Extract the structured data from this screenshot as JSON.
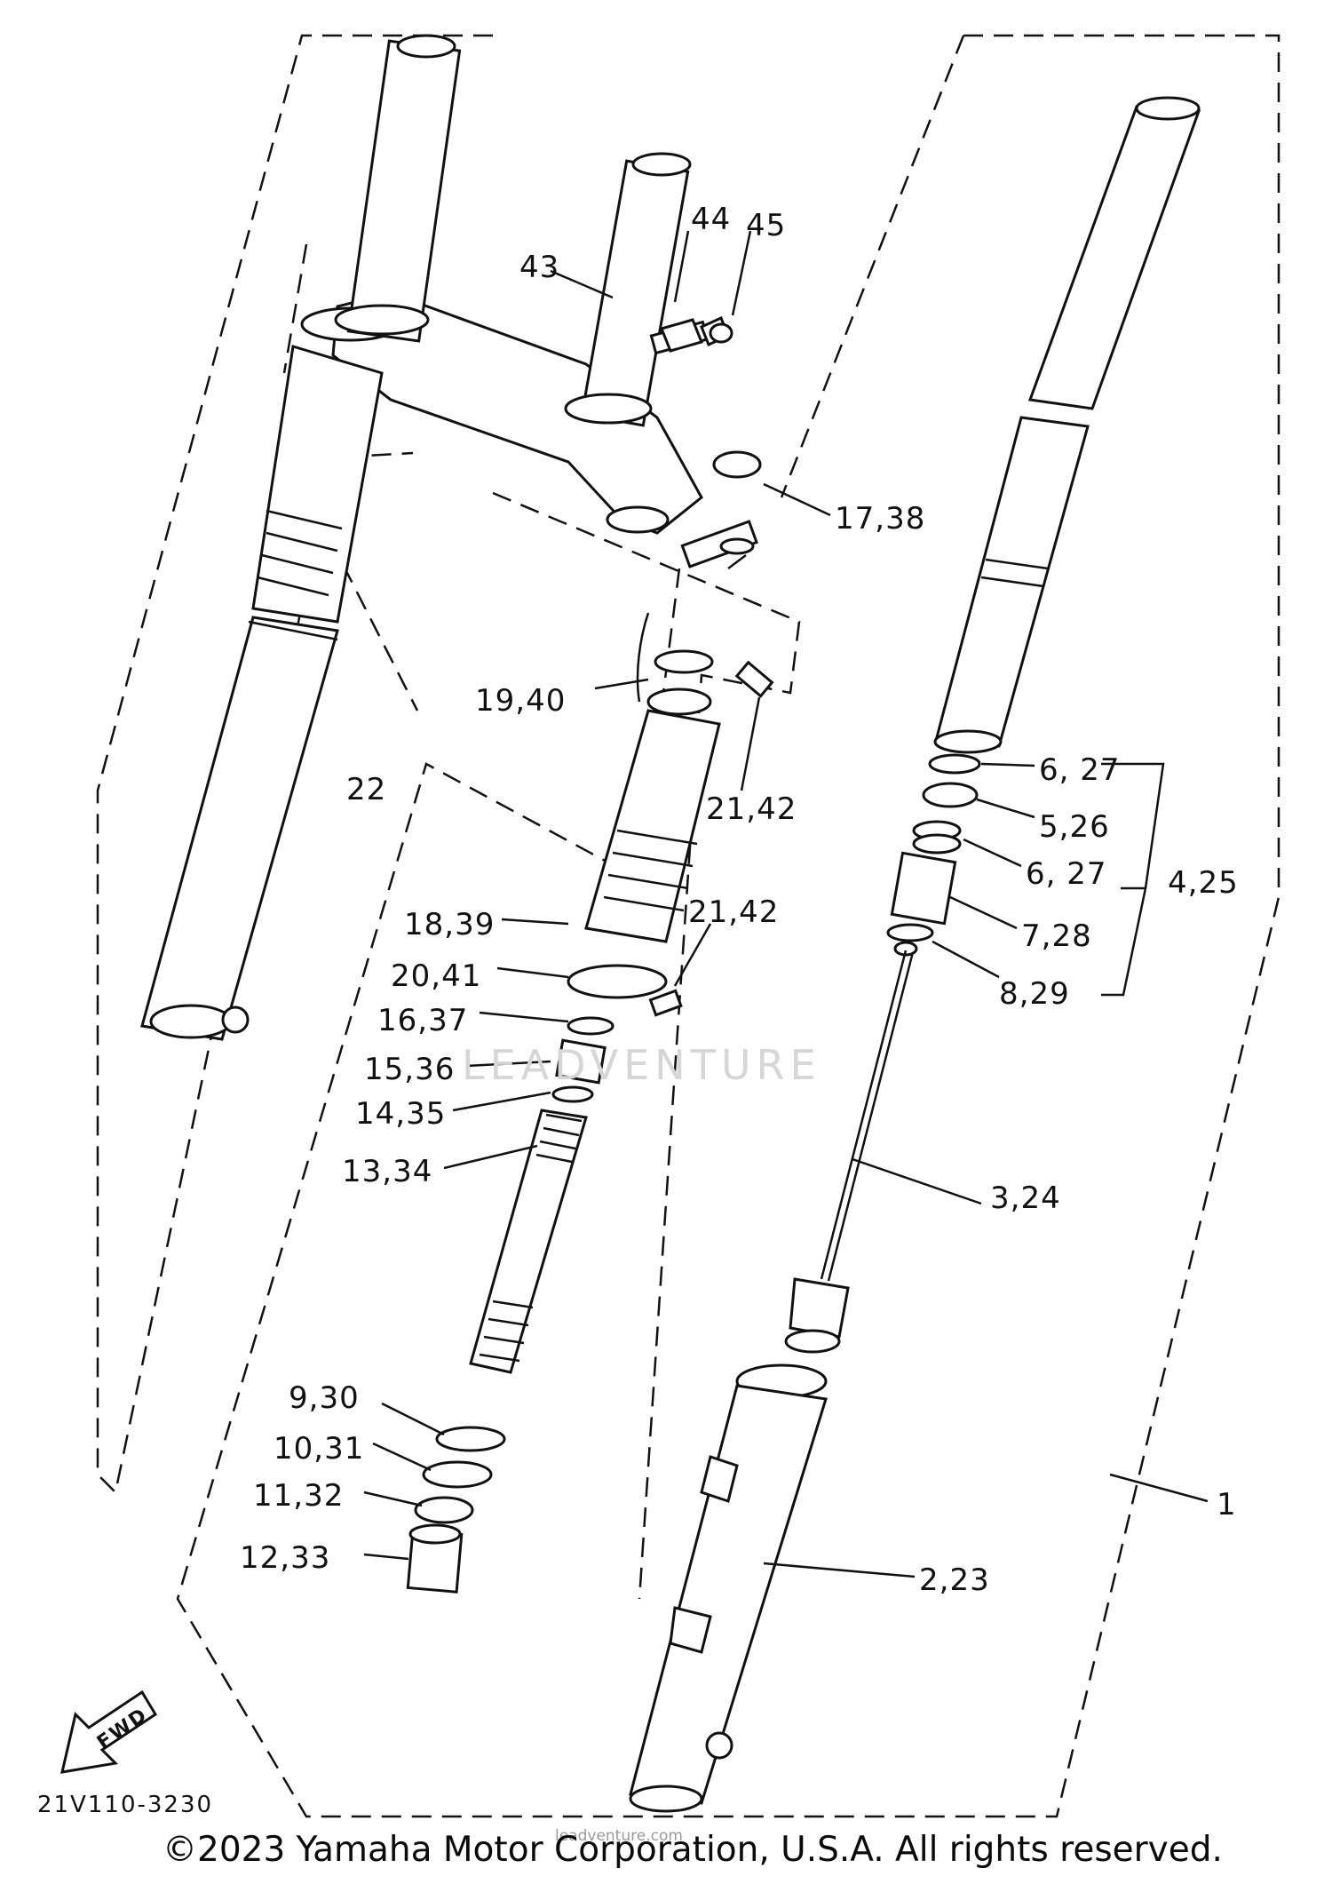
{
  "diagram": {
    "code": "21V110-3230",
    "fwd_label": "FWD",
    "watermark": "LEADVENTURE",
    "watermark_url": "leadventure.com",
    "copyright": "©2023 Yamaha Motor Corporation, U.S.A. All rights reserved.",
    "callouts": [
      {
        "id": "c43",
        "text": "43"
      },
      {
        "id": "c44",
        "text": "44"
      },
      {
        "id": "c45",
        "text": "45"
      },
      {
        "id": "c1738",
        "text": "17,38"
      },
      {
        "id": "c1940",
        "text": "19,40"
      },
      {
        "id": "c2142a",
        "text": "21,42"
      },
      {
        "id": "c22",
        "text": "22"
      },
      {
        "id": "c627a",
        "text": "6, 27"
      },
      {
        "id": "c526",
        "text": "5,26"
      },
      {
        "id": "c627b",
        "text": "6, 27"
      },
      {
        "id": "c425",
        "text": "4,25"
      },
      {
        "id": "c728",
        "text": "7,28"
      },
      {
        "id": "c829",
        "text": "8,29"
      },
      {
        "id": "c1839",
        "text": "18,39"
      },
      {
        "id": "c2142b",
        "text": "21,42"
      },
      {
        "id": "c2041",
        "text": "20,41"
      },
      {
        "id": "c1637",
        "text": "16,37"
      },
      {
        "id": "c1536",
        "text": "15,36"
      },
      {
        "id": "c1435",
        "text": "14,35"
      },
      {
        "id": "c1334",
        "text": "13,34"
      },
      {
        "id": "c324",
        "text": "3,24"
      },
      {
        "id": "c930",
        "text": "9,30"
      },
      {
        "id": "c1031",
        "text": "10,31"
      },
      {
        "id": "c1132",
        "text": "11,32"
      },
      {
        "id": "c1233",
        "text": "12,33"
      },
      {
        "id": "c1",
        "text": "1"
      },
      {
        "id": "c223",
        "text": "2,23"
      }
    ]
  }
}
